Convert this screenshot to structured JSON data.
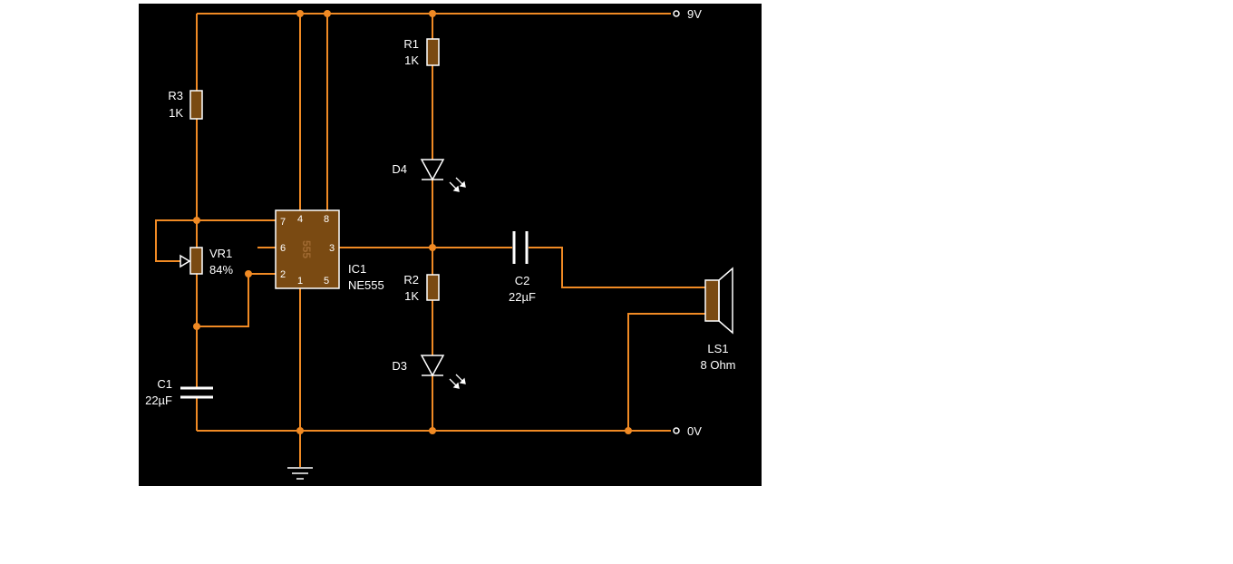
{
  "colors": {
    "background": "#000000",
    "wire": "#f08a24",
    "component_body": "#7a4a12",
    "component_border": "#ffffff",
    "label": "#ffffff"
  },
  "rails": {
    "top": "9V",
    "bottom": "0V"
  },
  "components": {
    "r1": {
      "ref": "R1",
      "value": "1K"
    },
    "r2": {
      "ref": "R2",
      "value": "1K"
    },
    "r3": {
      "ref": "R3",
      "value": "1K"
    },
    "vr1": {
      "ref": "VR1",
      "value": "84%"
    },
    "c1": {
      "ref": "C1",
      "value": "22µF"
    },
    "c2": {
      "ref": "C2",
      "value": "22µF"
    },
    "d3": {
      "ref": "D3"
    },
    "d4": {
      "ref": "D4"
    },
    "ls1": {
      "ref": "LS1",
      "value": "8 Ohm"
    },
    "ic1": {
      "ref": "IC1",
      "value": "NE555",
      "chip_text": "555",
      "pins": {
        "p1": "1",
        "p2": "2",
        "p3": "3",
        "p4": "4",
        "p5": "5",
        "p6": "6",
        "p7": "7",
        "p8": "8"
      }
    }
  }
}
